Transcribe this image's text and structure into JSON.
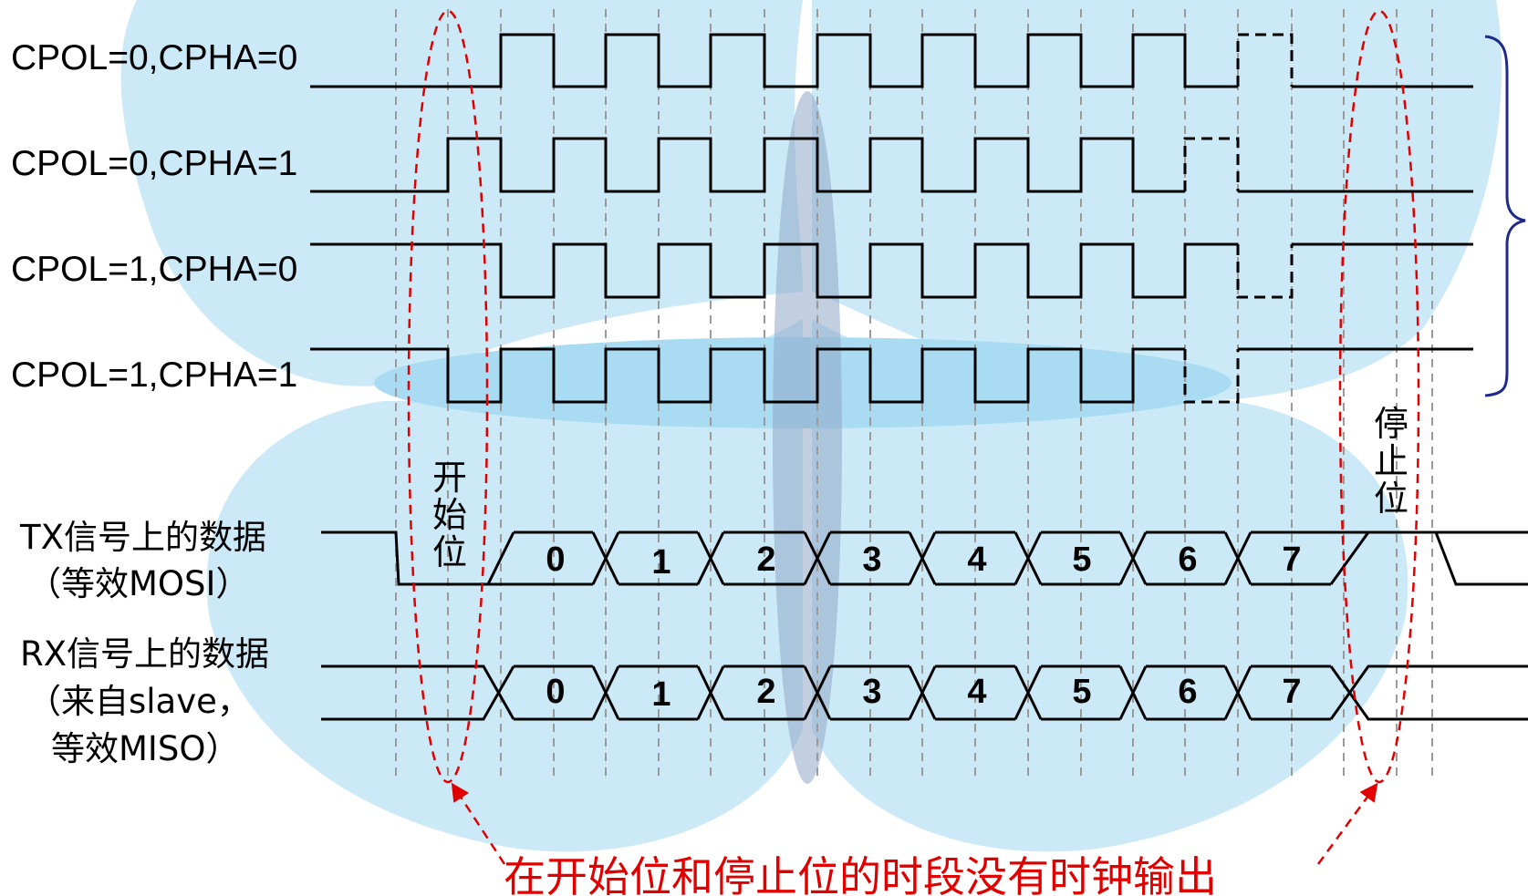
{
  "colors": {
    "background": "#ffffff",
    "butterfly_light": "#cce9f7",
    "butterfly_mid": "#a9dcf2",
    "butterfly_body": "#8fa8c9",
    "signal_line": "#000000",
    "grid_dash": "#9a9a9a",
    "annotation_red": "#e00000",
    "brace_blue": "#1e2a8a"
  },
  "clock_modes": [
    {
      "label": "CPOL=0,CPHA=0"
    },
    {
      "label": "CPOL=0,CPHA=1"
    },
    {
      "label": "CPOL=1,CPHA=0"
    },
    {
      "label": "CPOL=1,CPHA=1"
    }
  ],
  "start_bit_label": [
    "开",
    "始",
    "位"
  ],
  "stop_bit_label": [
    "停",
    "止",
    "位"
  ],
  "tx": {
    "label_line1": "TX信号上的数据",
    "label_line2": "（等效MOSI）",
    "bits": [
      "0",
      "1",
      "2",
      "3",
      "4",
      "5",
      "6",
      "7"
    ]
  },
  "rx": {
    "label_line1": "RX信号上的数据",
    "label_line2": "（来自slave，",
    "label_line3": "等效MISO）",
    "bits": [
      "0",
      "1",
      "2",
      "3",
      "4",
      "5",
      "6",
      "7"
    ]
  },
  "bottom_note": "在开始位和停止位的时段没有时钟输出"
}
